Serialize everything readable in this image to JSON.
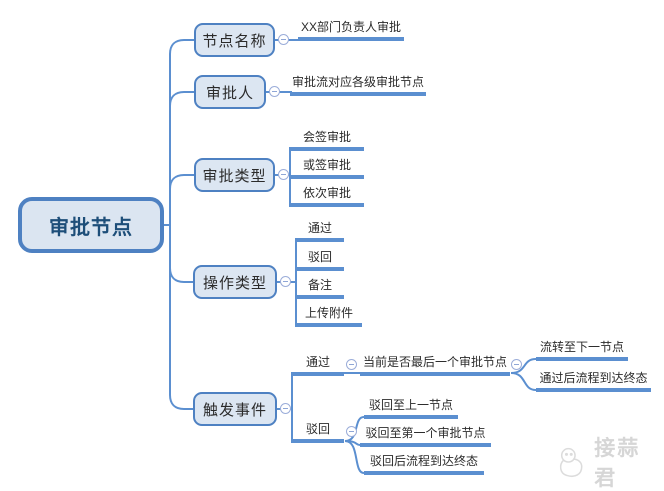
{
  "root": {
    "label": "审批节点"
  },
  "branches": [
    {
      "label": "节点名称",
      "children": [
        {
          "label": "XX部门负责人审批"
        }
      ]
    },
    {
      "label": "审批人",
      "children": [
        {
          "label": "审批流对应各级审批节点"
        }
      ]
    },
    {
      "label": "审批类型",
      "children": [
        {
          "label": "会签审批"
        },
        {
          "label": "或签审批"
        },
        {
          "label": "依次审批"
        }
      ]
    },
    {
      "label": "操作类型",
      "children": [
        {
          "label": "通过"
        },
        {
          "label": "驳回"
        },
        {
          "label": "备注"
        },
        {
          "label": "上传附件"
        }
      ]
    },
    {
      "label": "触发事件",
      "children": [
        {
          "label": "通过",
          "children": [
            {
              "label": "当前是否最后一个审批节点",
              "children": [
                {
                  "label": "流转至下一节点"
                },
                {
                  "label": "通过后流程到达终态"
                }
              ]
            }
          ]
        },
        {
          "label": "驳回",
          "children": [
            {
              "label": "驳回至上一节点"
            },
            {
              "label": "驳回至第一个审批节点"
            },
            {
              "label": "驳回后流程到达终态"
            }
          ]
        }
      ]
    }
  ],
  "watermark": {
    "label": "接蒜君",
    "icon": "garlic-icon"
  },
  "colors": {
    "box_border": "#4e81c2",
    "box_fill": "#dce6f2",
    "root_fill": "#dbe5f1",
    "line_blue": "#5b8fd0",
    "root_text": "#1d4e79",
    "node_text": "#2b2b2b",
    "watermark_gray": "#d6d6d6"
  }
}
